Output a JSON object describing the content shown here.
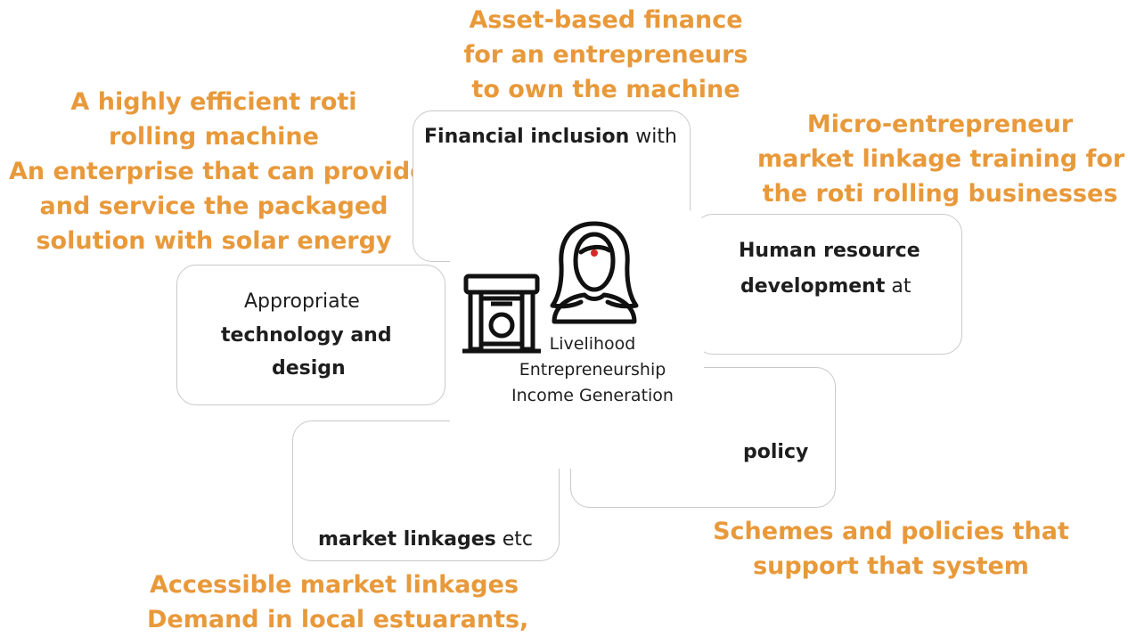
{
  "labels": {
    "finance": [
      "Asset-based finance",
      "for an entrepreneurs",
      "to own the machine"
    ],
    "technology": [
      "A highly efficient roti",
      "rolling machine",
      "An enterprise that can provide",
      "and service the packaged",
      "solution with solar energy"
    ],
    "hr": [
      "Micro-entrepreneur",
      "market linkage training for",
      "the roti rolling businesses"
    ],
    "policy": [
      "Schemes and policies that",
      "support that system"
    ],
    "market": [
      "Accessible market linkages",
      "Demand in local estuarants,"
    ]
  },
  "boxes": {
    "financial": {
      "bold": "Financial inclusion",
      "rest": " with"
    },
    "hr": {
      "line1_bold": "Human resource",
      "line2_bold": "development",
      "line2_rest": " at"
    },
    "technology": {
      "line1": "Appropriate",
      "line2": "technology and",
      "line3": "design"
    },
    "policy": {
      "bold": "policy"
    },
    "market": {
      "bold": "market linkages",
      "rest": " etc"
    }
  },
  "center": {
    "lines": [
      "Livelihood",
      "Entrepreneurship",
      "Income Generation"
    ]
  },
  "colors": {
    "accent_orange": "#e8993a",
    "box_border": "#c9c9c9",
    "icon_dot": "#d62828"
  }
}
